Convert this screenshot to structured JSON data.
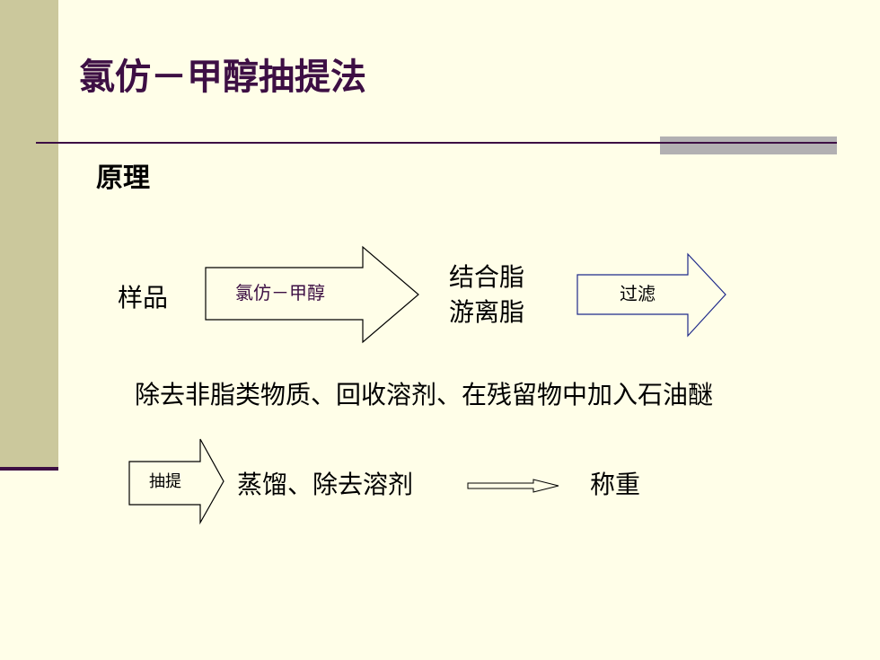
{
  "slide": {
    "title": "氯仿－甲醇抽提法",
    "subtitle": "原理"
  },
  "flow": {
    "sample": "样品",
    "reagent_arrow_label": "氯仿－甲醇",
    "result_line1": "结合脂",
    "result_line2": "游离脂",
    "filter_arrow_label": "过滤",
    "description": "除去非脂类物质、回收溶剂、在残留物中加入石油醚",
    "extract_arrow_label": "抽提",
    "step_text": "蒸馏、除去溶剂",
    "final_text": "称重"
  },
  "colors": {
    "background": "#fffee8",
    "sidebar": "#cbc89c",
    "accent_dark": "#3d0f44",
    "rule_accent": "#b2b0b2",
    "filter_arrow_stroke": "#1f2a8a"
  }
}
